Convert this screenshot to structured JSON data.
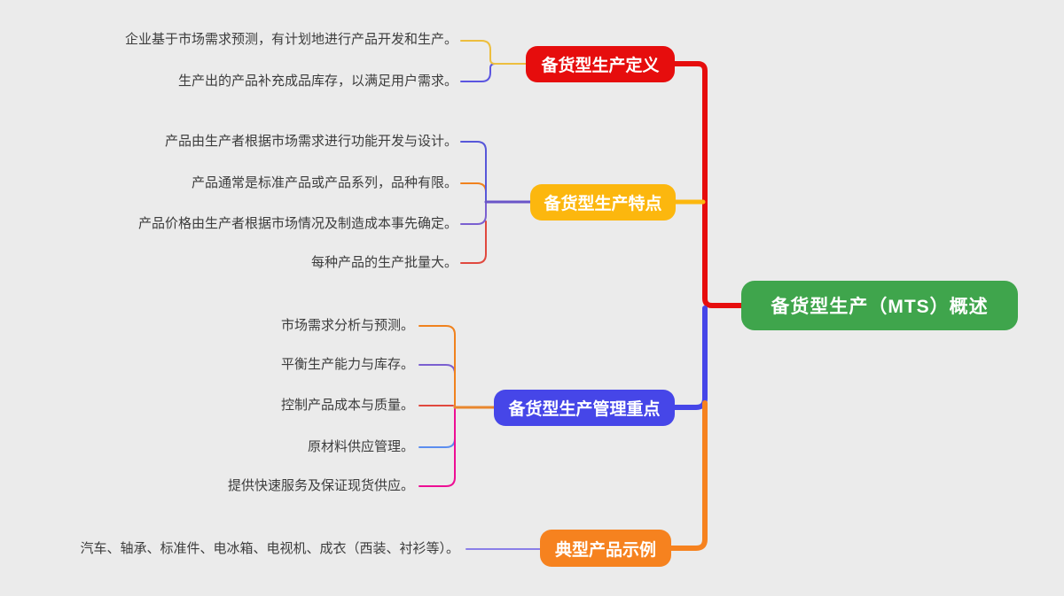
{
  "colors": {
    "background": "#ebebeb",
    "root_green": "#3fa54c",
    "branch_red": "#e60d0d",
    "branch_yellow": "#fcb70e",
    "branch_blue": "#4646e8",
    "branch_orange": "#f6821f",
    "leaf_text": "#3c3c3c",
    "edge_gold": "#edbe3e",
    "edge_blueviolet": "#5b55e0",
    "edge_indigo": "#5757d9",
    "edge_orange": "#f0821e",
    "edge_purple": "#7a5fd0",
    "edge_link_purple": "#6a55c8",
    "edge_red": "#e0483e",
    "edge_blue": "#5b8def",
    "edge_magenta": "#ed0e94",
    "edge_link_orange": "#e8872e",
    "edge_lavender": "#8a7fe8"
  },
  "root": {
    "label": "备货型生产（MTS）概述"
  },
  "branches": [
    {
      "label": "备货型生产定义",
      "leaves": [
        "企业基于市场需求预测，有计划地进行产品开发和生产。",
        "生产出的产品补充成品库存，以满足用户需求。"
      ]
    },
    {
      "label": "备货型生产特点",
      "leaves": [
        "产品由生产者根据市场需求进行功能开发与设计。",
        "产品通常是标准产品或产品系列，品种有限。",
        "产品价格由生产者根据市场情况及制造成本事先确定。",
        "每种产品的生产批量大。"
      ]
    },
    {
      "label": "备货型生产管理重点",
      "leaves": [
        "市场需求分析与预测。",
        "平衡生产能力与库存。",
        "控制产品成本与质量。",
        "原材料供应管理。",
        "提供快速服务及保证现货供应。"
      ]
    },
    {
      "label": "典型产品示例",
      "leaves": [
        "汽车、轴承、标准件、电冰箱、电视机、成衣（西装、衬衫等）。"
      ]
    }
  ]
}
